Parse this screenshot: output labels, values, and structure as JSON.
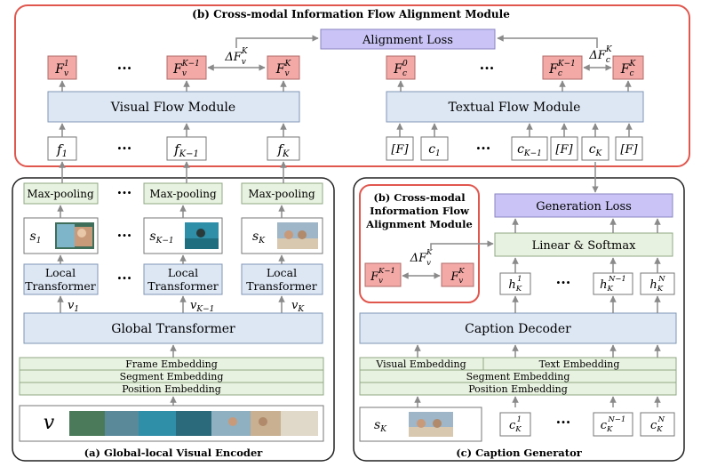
{
  "alignment_module": {
    "title": "(b) Cross-modal Information Flow Alignment Module",
    "alignment_loss": "Alignment Loss",
    "visual_flow_module": "Visual Flow Module",
    "textual_flow_module": "Textual Flow Module",
    "visual_outputs": [
      {
        "base": "F",
        "sub": "v",
        "sup": "1"
      },
      {
        "base": "F",
        "sub": "v",
        "sup": "K−1"
      },
      {
        "base": "F",
        "sub": "v",
        "sup": "K"
      }
    ],
    "textual_outputs": [
      {
        "base": "F",
        "sub": "c",
        "sup": "0"
      },
      {
        "base": "F",
        "sub": "c",
        "sup": "K−1"
      },
      {
        "base": "F",
        "sub": "c",
        "sup": "K"
      }
    ],
    "delta_visual": {
      "base": "ΔF",
      "sub": "v",
      "sup": "K"
    },
    "delta_textual": {
      "base": "ΔF",
      "sub": "c",
      "sup": "K"
    },
    "visual_inputs": [
      {
        "base": "f",
        "sub": "1"
      },
      {
        "base": "f",
        "sub": "K−1"
      },
      {
        "base": "f",
        "sub": "K"
      }
    ],
    "textual_inputs": [
      {
        "base": "[F]",
        "sub": ""
      },
      {
        "base": "c",
        "sub": "1"
      },
      {
        "base": "c",
        "sub": "K−1"
      },
      {
        "base": "[F]",
        "sub": ""
      },
      {
        "base": "c",
        "sub": "K"
      },
      {
        "base": "[F]",
        "sub": ""
      }
    ],
    "ellipsis": "···"
  },
  "visual_encoder": {
    "caption": "(a) Global-local Visual Encoder",
    "max_pooling": "Max-pooling",
    "local_transformer_line1": "Local",
    "local_transformer_line2": "Transformer",
    "global_transformer": "Global Transformer",
    "segments": [
      {
        "base": "s",
        "sub": "1"
      },
      {
        "base": "s",
        "sub": "K−1"
      },
      {
        "base": "s",
        "sub": "K"
      }
    ],
    "segment_inputs": [
      {
        "base": "v",
        "sub": "1"
      },
      {
        "base": "v",
        "sub": "K−1"
      },
      {
        "base": "v",
        "sub": "K"
      }
    ],
    "embeddings": [
      "Frame Embedding",
      "Segment Embedding",
      "Position Embedding"
    ],
    "video_symbol": "v",
    "ellipsis": "···"
  },
  "caption_generator": {
    "caption": "(c) Caption Generator",
    "generation_loss": "Generation Loss",
    "linear_softmax": "Linear & Softmax",
    "caption_decoder": "Caption Decoder",
    "hidden_states": [
      {
        "base": "h",
        "sub": "K",
        "sup": "1"
      },
      {
        "base": "h",
        "sub": "K",
        "sup": "N−1"
      },
      {
        "base": "h",
        "sub": "K",
        "sup": "N"
      }
    ],
    "inputs": [
      {
        "base": "s",
        "sub": "K",
        "sup": ""
      },
      {
        "base": "c",
        "sub": "K",
        "sup": "1"
      },
      {
        "base": "c",
        "sub": "K",
        "sup": "N−1"
      },
      {
        "base": "c",
        "sub": "K",
        "sup": "N"
      }
    ],
    "visual_embedding": "Visual Embedding",
    "text_embedding": "Text Embedding",
    "segment_embedding": "Segment Embedding",
    "position_embedding": "Position Embedding",
    "ellipsis": "···",
    "inset": {
      "title_line1": "(b) Cross-modal",
      "title_line2": "Information Flow",
      "title_line3": "Alignment Module",
      "left": {
        "base": "F",
        "sub": "v",
        "sup": "K−1"
      },
      "right": {
        "base": "F",
        "sub": "v",
        "sup": "K"
      },
      "delta": {
        "base": "ΔF",
        "sub": "v",
        "sup": "K"
      }
    }
  },
  "colors": {
    "blue_fill": "#dde7f4",
    "blue_stroke": "#7f95b6",
    "green_fill": "#e8f2e0",
    "green_stroke": "#8fa884",
    "pink_fill": "#f3a9a6",
    "pink_stroke": "#b06c6a",
    "purple_fill": "#c9c4f5",
    "purple_stroke": "#8a84c2",
    "red_frame": "#e0574e",
    "arrow": "#8a8a8a"
  }
}
